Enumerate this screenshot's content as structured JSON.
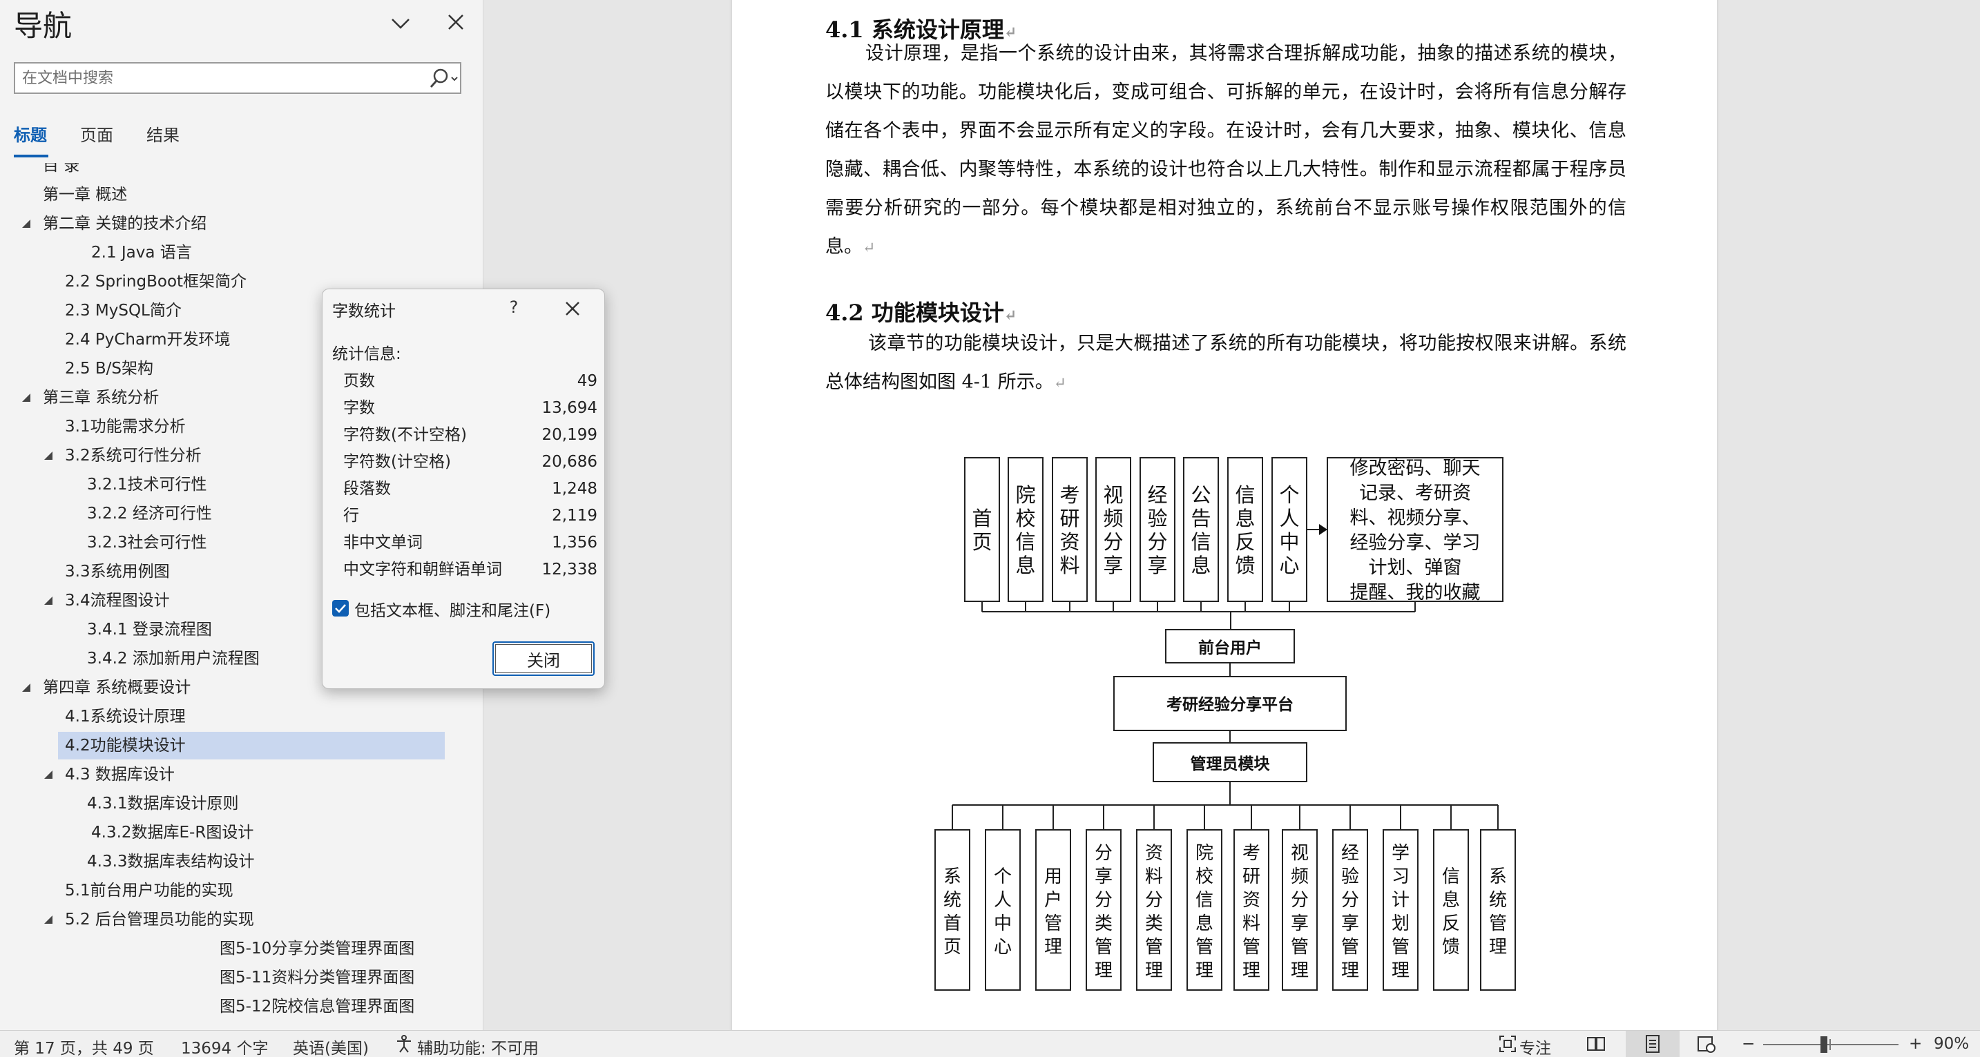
{
  "nav": {
    "title": "导航",
    "search_placeholder": "在文档中搜索",
    "tabs": [
      "标题",
      "页面",
      "结果"
    ],
    "items": [
      {
        "label": "目 录",
        "level": 1,
        "caret": false
      },
      {
        "label": "第一章 概述",
        "level": 1,
        "caret": false
      },
      {
        "label": "第二章 关键的技术介绍",
        "level": 1,
        "caret": true
      },
      {
        "label": "2.1 Java 语言",
        "level": 3,
        "caret": false
      },
      {
        "label": "2.2 SpringBoot框架简介",
        "level": 2,
        "caret": false
      },
      {
        "label": "2.3 MySQL简介",
        "level": 2,
        "caret": false
      },
      {
        "label": "2.4 PyCharm开发环境",
        "level": 2,
        "caret": false
      },
      {
        "label": "2.5 B/S架构",
        "level": 2,
        "caret": false
      },
      {
        "label": "第三章 系统分析",
        "level": 1,
        "caret": true
      },
      {
        "label": "3.1功能需求分析",
        "level": 2,
        "caret": false
      },
      {
        "label": "3.2系统可行性分析",
        "level": 2,
        "caret": true
      },
      {
        "label": "3.2.1技术可行性",
        "level": 3,
        "caret": false
      },
      {
        "label": "3.2.2 经济可行性",
        "level": 3,
        "caret": false
      },
      {
        "label": "3.2.3社会可行性",
        "level": 3,
        "caret": false
      },
      {
        "label": "3.3系统用例图",
        "level": 2,
        "caret": false
      },
      {
        "label": "3.4流程图设计",
        "level": 2,
        "caret": true
      },
      {
        "label": "3.4.1 登录流程图",
        "level": 3,
        "caret": false
      },
      {
        "label": "3.4.2 添加新用户流程图",
        "level": 3,
        "caret": false
      },
      {
        "label": "第四章 系统概要设计",
        "level": 1,
        "caret": true
      },
      {
        "label": "4.1系统设计原理",
        "level": 2,
        "caret": false
      },
      {
        "label": "4.2功能模块设计",
        "level": 2,
        "caret": false,
        "selected": true
      },
      {
        "label": "4.3 数据库设计",
        "level": 2,
        "caret": true
      },
      {
        "label": "4.3.1数据库设计原则",
        "level": 3,
        "caret": false
      },
      {
        "label": "4.3.2数据库E-R图设计",
        "level": 3,
        "caret": false
      },
      {
        "label": "4.3.3数据库表结构设计",
        "level": 3,
        "caret": false
      },
      {
        "label": "5.1前台用户功能的实现",
        "level": 2,
        "caret": false
      },
      {
        "label": "5.2 后台管理员功能的实现",
        "level": 2,
        "caret": true
      },
      {
        "label": "图5-10分享分类管理界面图",
        "level": 4,
        "caret": false
      },
      {
        "label": "图5-11资料分类管理界面图",
        "level": 4,
        "caret": false
      },
      {
        "label": "图5-12院校信息管理界面图",
        "level": 4,
        "caret": false
      }
    ]
  },
  "doc": {
    "h41": "4.1 系统设计原理",
    "p41": "设计原理，是指一个系统的设计由来，其将需求合理拆解成功能，抽象的描述系统的模块，以模块下的功能。功能模块化后，变成可组合、可拆解的单元，在设计时，会将所有信息分解存储在各个表中，界面不会显示所有定义的字段。在设计时，会有几大要求，抽象、模块化、信息隐藏、耦合低、内聚等特性，本系统的设计也符合以上几大特性。制作和显示流程都属于程序员需要分析研究的一部分。每个模块都是相对独立的，系统前台不显示账号操作权限范围外的信息。",
    "h42": "4.2 功能模块设计",
    "p42": "该章节的功能模块设计，只是大概描述了系统的所有功能模块，将功能按权限来讲解。系统总体结构图如图 4-1 所示。",
    "paragraph_mark": "↵",
    "diagram": {
      "top_modules": [
        "首页",
        "院校信息",
        "考研资料",
        "视频分享",
        "经验分享",
        "公告信息",
        "信息反馈",
        "个人中心"
      ],
      "personal_center_detail": "修改密码、聊天记录、考研资料、视频分享、经验分享、学习计划、弹窗提醒、我的收藏",
      "front_user": "前台用户",
      "platform": "考研经验分享平台",
      "admin": "管理员模块",
      "bottom_modules": [
        "系统首页",
        "个人中心",
        "用户管理",
        "分享分类管理",
        "资料分类管理",
        "院校信息管理",
        "考研资料管理",
        "视频分享管理",
        "经验分享管理",
        "学习计划管理",
        "信息反馈",
        "系统管理"
      ]
    }
  },
  "dialog": {
    "title": "字数统计",
    "help": "?",
    "section": "统计信息:",
    "stats": [
      {
        "label": "页数",
        "value": "49"
      },
      {
        "label": "字数",
        "value": "13,694"
      },
      {
        "label": "字符数(不计空格)",
        "value": "20,199"
      },
      {
        "label": "字符数(计空格)",
        "value": "20,686"
      },
      {
        "label": "段落数",
        "value": "1,248"
      },
      {
        "label": "行",
        "value": "2,119"
      },
      {
        "label": "非中文单词",
        "value": "1,356"
      },
      {
        "label": "中文字符和朝鲜语单词",
        "value": "12,338"
      }
    ],
    "checkbox_label": "包括文本框、脚注和尾注(F)",
    "checkbox_checked": true,
    "close_label": "关闭"
  },
  "status": {
    "page": "第 17 页，共 49 页",
    "words": "13694 个字",
    "language": "英语(美国)",
    "accessibility": "辅助功能: 不可用",
    "focus": "专注",
    "zoom_minus": "−",
    "zoom_plus": "+",
    "zoom": "90%"
  },
  "colors": {
    "accent": "#0f5fb3",
    "selected_row": "#c9d7ef"
  }
}
